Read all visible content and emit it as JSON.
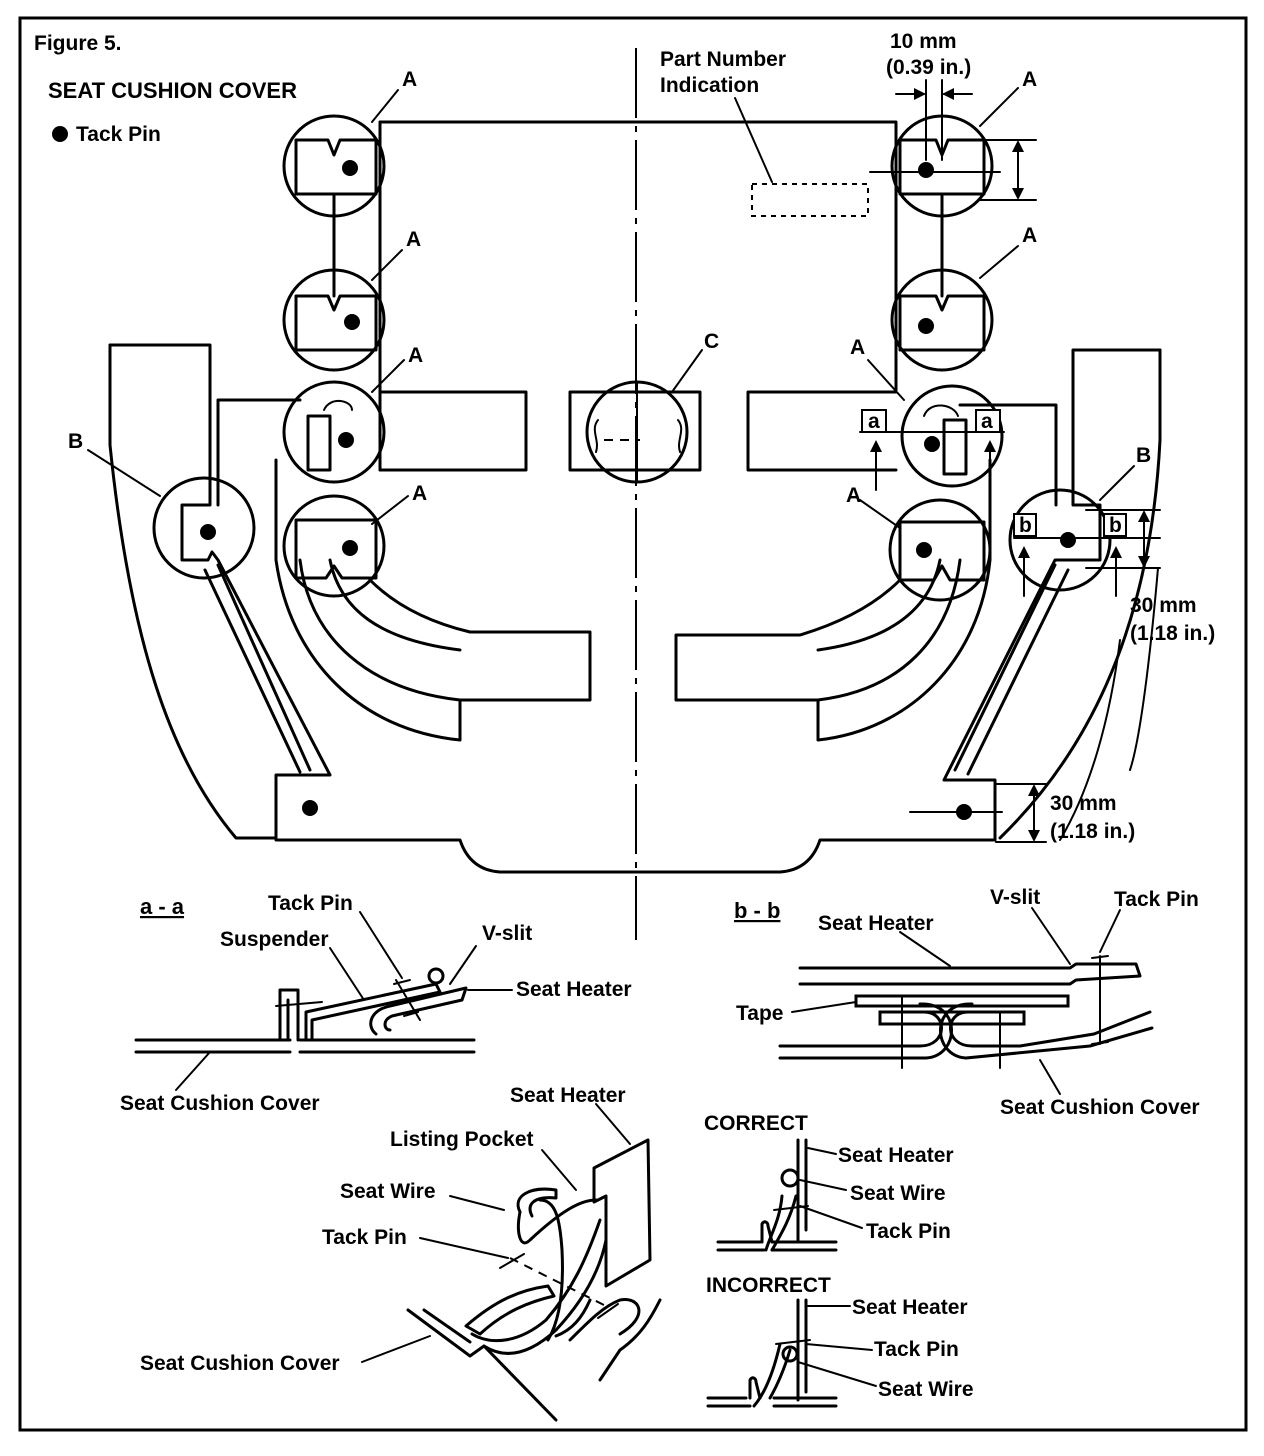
{
  "figure": {
    "number": "Figure 5.",
    "title": "SEAT CUSHION COVER",
    "legend": "Tack Pin"
  },
  "callouts": {
    "a": "A",
    "b": "B",
    "c": "C",
    "section_a": "a",
    "section_b": "b"
  },
  "labels": {
    "part_number_line1": "Part Number",
    "part_number_line2": "Indication",
    "dim_10_mm": "10 mm",
    "dim_10_in": "(0.39 in.)",
    "dim_30_mm_1": "30 mm",
    "dim_30_in_1": "(1.18 in.)",
    "dim_30_mm_2": "30 mm",
    "dim_30_in_2": "(1.18 in.)"
  },
  "section_aa": {
    "title": "a - a",
    "tack_pin": "Tack Pin",
    "suspender": "Suspender",
    "v_slit": "V-slit",
    "seat_heater": "Seat Heater",
    "seat_cushion_cover": "Seat Cushion Cover"
  },
  "section_bb": {
    "title": "b - b",
    "seat_heater": "Seat Heater",
    "v_slit": "V-slit",
    "tack_pin": "Tack Pin",
    "tape": "Tape",
    "seat_cushion_cover": "Seat Cushion Cover"
  },
  "pocket_detail": {
    "seat_heater": "Seat Heater",
    "listing_pocket": "Listing Pocket",
    "seat_wire": "Seat Wire",
    "tack_pin": "Tack Pin",
    "seat_cushion_cover": "Seat Cushion Cover"
  },
  "correct": {
    "title": "CORRECT",
    "seat_heater": "Seat Heater",
    "seat_wire": "Seat Wire",
    "tack_pin": "Tack Pin"
  },
  "incorrect": {
    "title": "INCORRECT",
    "seat_heater": "Seat Heater",
    "tack_pin": "Tack Pin",
    "seat_wire": "Seat Wire"
  }
}
